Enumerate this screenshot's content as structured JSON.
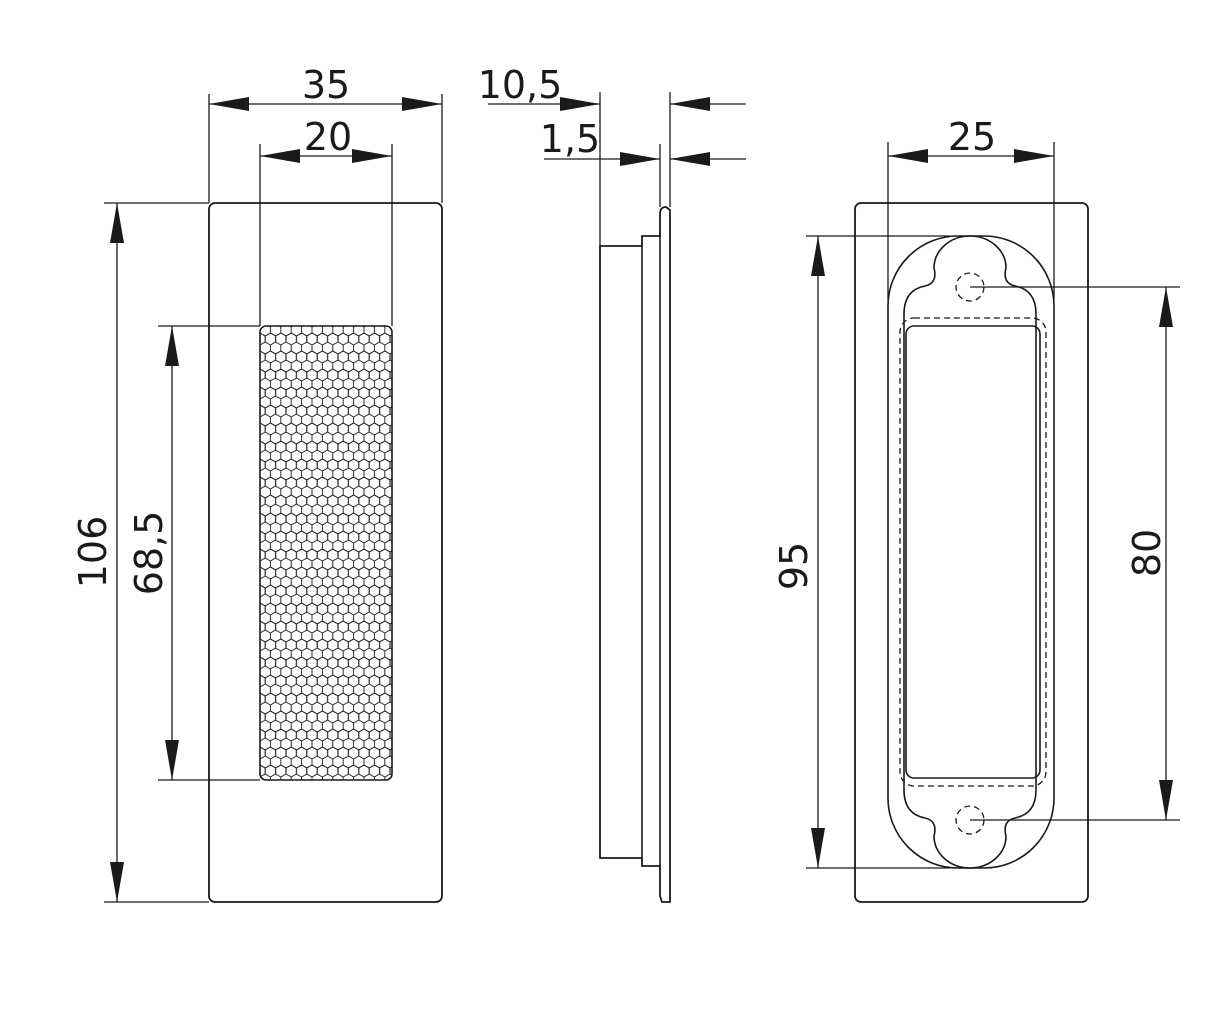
{
  "front_view": {
    "width_outer": "35",
    "width_inner": "20",
    "height_outer": "106",
    "height_inner": "68,5"
  },
  "side_view": {
    "depth_total": "10,5",
    "flange_thickness": "1,5"
  },
  "back_view": {
    "width_recess": "25",
    "height_recess": "95",
    "hole_spacing": "80"
  }
}
